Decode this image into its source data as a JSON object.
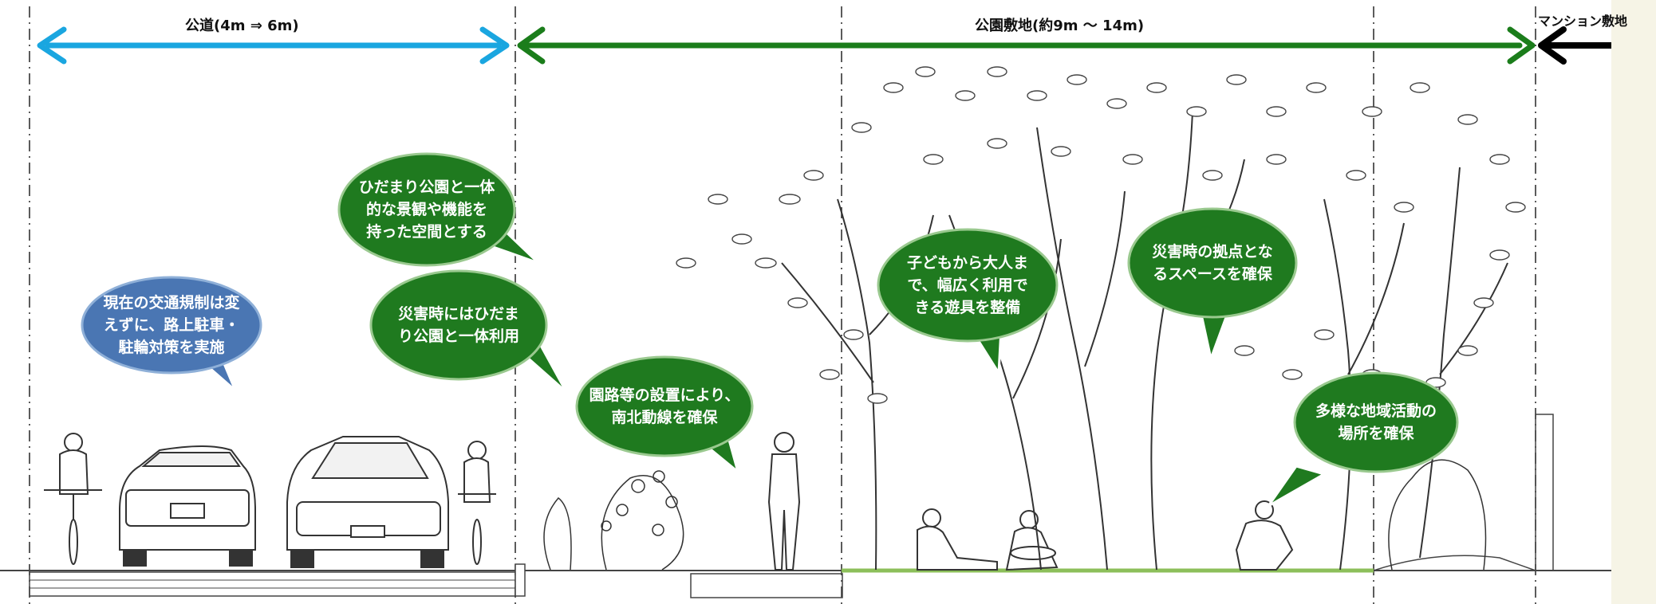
{
  "header": {
    "road_label": "公道(4m ⇒ 6m)",
    "park_label": "公園敷地(約9m ～ 14m)",
    "mansion_label": "マンション敷地"
  },
  "bubbles": [
    {
      "id": "road",
      "text": "現在の交通規制は変\nえずに、路上駐車・\n駐輪対策を実施",
      "color": "#4a76b3"
    },
    {
      "id": "unified",
      "text": "ひだまり公園と一体\n的な景観や機能を\n持った空間とする",
      "color": "#1f7a1f"
    },
    {
      "id": "disaster-road",
      "text": "災害時にはひだま\nり公園と一体利用",
      "color": "#1f7a1f"
    },
    {
      "id": "path",
      "text": "園路等の設置により、\n南北動線を確保",
      "color": "#1f7a1f"
    },
    {
      "id": "play",
      "text": "子どもから大人ま\nで、幅広く利用で\nきる遊具を整備",
      "color": "#1f7a1f"
    },
    {
      "id": "base",
      "text": "災害時の拠点とな\nるスペースを確保",
      "color": "#1f7a1f"
    },
    {
      "id": "activity",
      "text": "多様な地域活動の\n場所を確保",
      "color": "#1f7a1f"
    }
  ],
  "colors": {
    "road_arrow": "#1aa6e0",
    "park_arrow": "#1b7d1b",
    "mansion_arrow": "#000000",
    "bubble_green": "#1f7a1f",
    "bubble_blue": "#4a76b3",
    "background": "#f6f4e6"
  }
}
